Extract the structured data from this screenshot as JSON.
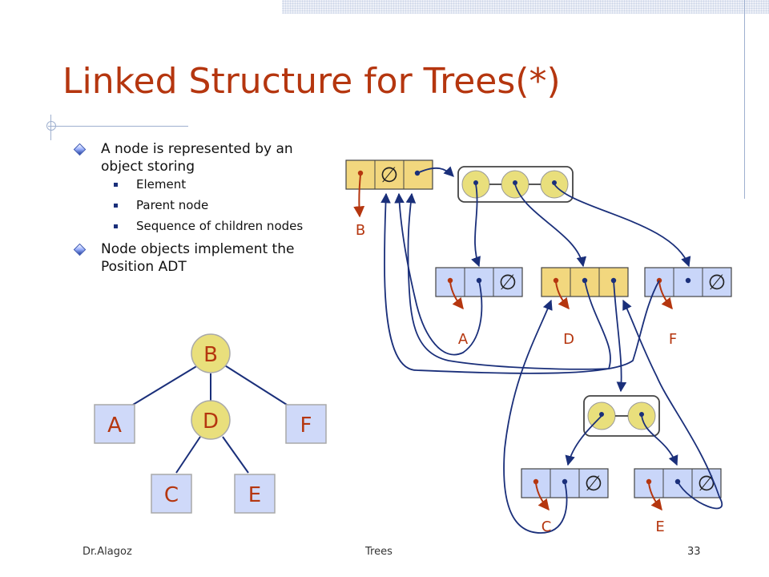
{
  "title": "Linked Structure for Trees(*)",
  "bullets": [
    {
      "text": "A node is represented by an object storing",
      "subitems": [
        "Element",
        "Parent node",
        "Sequence of children nodes"
      ]
    },
    {
      "text": "Node objects implement the Position ADT"
    }
  ],
  "tree": {
    "nodes": {
      "root": "B",
      "left": "A",
      "middle": "D",
      "right": "F",
      "child_left": "C",
      "child_right": "E"
    }
  },
  "linked_structure": {
    "node_labels": {
      "b": "B",
      "a": "A",
      "d": "D",
      "f": "F",
      "c": "C",
      "e": "E"
    },
    "null_symbol": "∅"
  },
  "footer": {
    "left": "Dr.Alagoz",
    "center": "Trees",
    "right": "33"
  },
  "colors": {
    "title": "#b5360f",
    "node_fill_yellow": "#f2d77e",
    "node_fill_blue": "#c9d6f9",
    "tree_node_fill": "#cfd9f9",
    "tree_circle_fill": "#e9df7c",
    "arrow_red": "#b5360f",
    "arrow_navy": "#1a2f7a"
  }
}
